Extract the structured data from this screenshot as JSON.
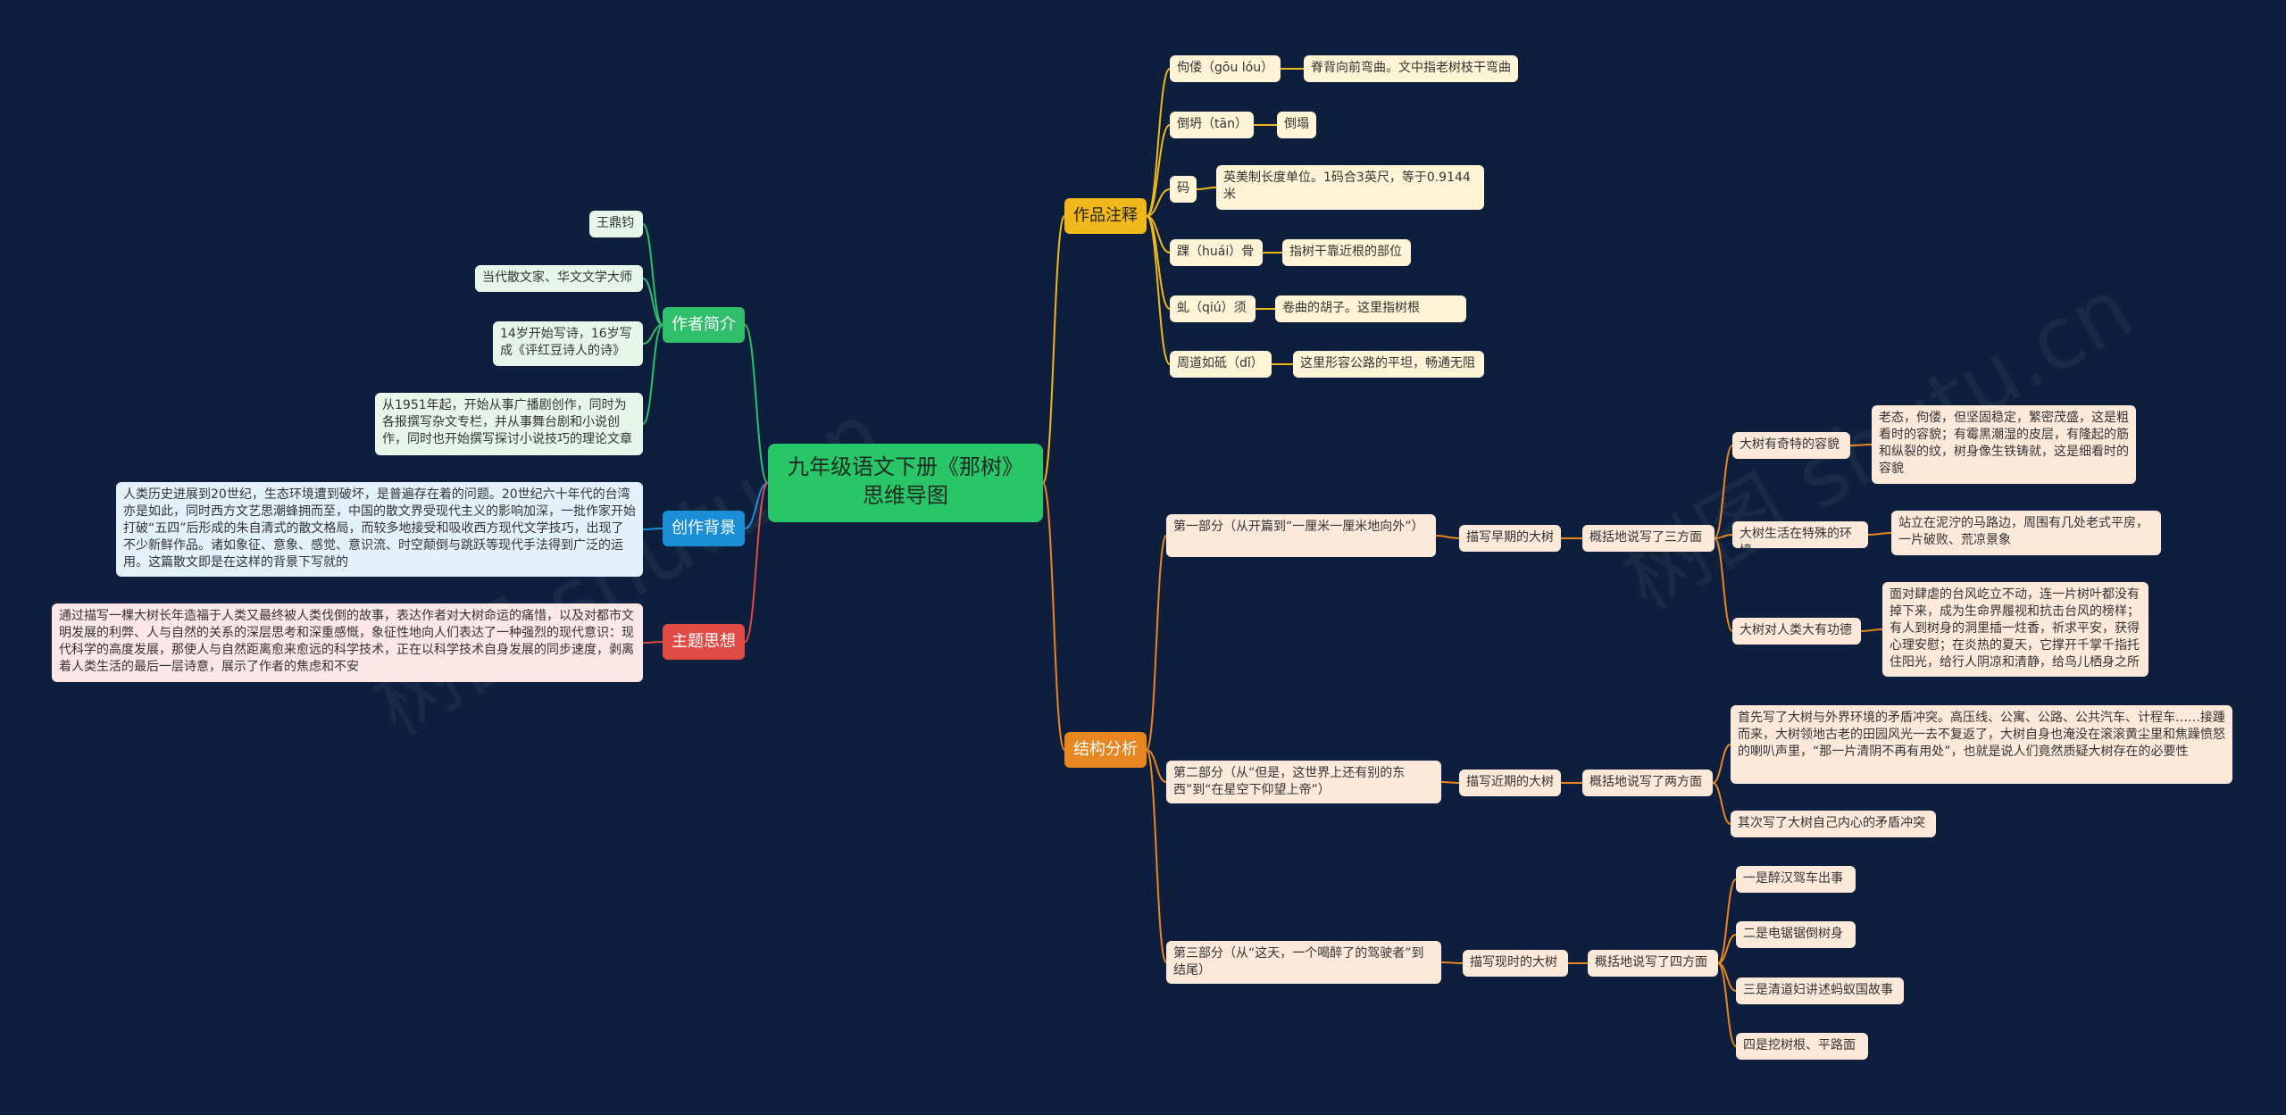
{
  "root": {
    "title": "九年级语文下册《那树》思维导图"
  },
  "watermark": "树图 shutu.cn",
  "colors": {
    "background": "#0d1f3c",
    "root": "#29c569",
    "author": "#2fbf6a",
    "background_branch": "#1a8fd8",
    "theme": "#e14b46",
    "notes": "#f0b81b",
    "structure": "#e8861f"
  },
  "branches": {
    "author": {
      "label": "作者简介",
      "items": [
        "王鼎钧",
        "当代散文家、华文文学大师",
        "14岁开始写诗，16岁写成《评红豆诗人的诗》",
        "从1951年起，开始从事广播剧创作，同时为各报撰写杂文专栏，并从事舞台剧和小说创作，同时也开始撰写探讨小说技巧的理论文章"
      ]
    },
    "background": {
      "label": "创作背景",
      "text": "人类历史进展到20世纪，生态环境遭到破坏，是普遍存在着的问题。20世纪六十年代的台湾亦是如此，同时西方文艺思潮蜂拥而至，中国的散文界受现代主义的影响加深，一批作家开始打破“五四”后形成的朱自清式的散文格局，而较多地接受和吸收西方现代文学技巧，出现了不少新鲜作品。诸如象征、意象、感觉、意识流、时空颠倒与跳跃等现代手法得到广泛的运用。这篇散文即是在这样的背景下写就的"
    },
    "theme": {
      "label": "主题思想",
      "text": "通过描写一棵大树长年造福于人类又最终被人类伐倒的故事，表达作者对大树命运的痛惜，以及对都市文明发展的利弊、人与自然的关系的深层思考和深重感慨，象征性地向人们表达了一种强烈的现代意识：现代科学的高度发展，那使人与自然距离愈来愈远的科学技术，正在以科学技术自身发展的同步速度，剥离着人类生活的最后一层诗意，展示了作者的焦虑和不安"
    },
    "notes": {
      "label": "作品注释",
      "items": [
        {
          "term": "佝偻（gōu lóu）",
          "def": "脊背向前弯曲。文中指老树枝干弯曲"
        },
        {
          "term": "倒坍（tān）",
          "def": "倒塌"
        },
        {
          "term": "码",
          "def": "英美制长度单位。1码合3英尺，等于0.9144米"
        },
        {
          "term": "踝（huái）骨",
          "def": "指树干靠近根的部位"
        },
        {
          "term": "虬（qiú）须",
          "def": "卷曲的胡子。这里指树根"
        },
        {
          "term": "周道如砥（dǐ）",
          "def": "这里形容公路的平坦，畅通无阻"
        }
      ]
    },
    "structure": {
      "label": "结构分析",
      "parts": [
        {
          "title": "第一部分（从开篇到“一厘米一厘米地向外”）",
          "desc": "描写早期的大树",
          "summary": "概括地说写了三方面",
          "points": [
            {
              "label": "大树有奇特的容貌",
              "detail": "老态，佝偻，但坚固稳定，繁密茂盛，这是粗看时的容貌；有霉黑潮湿的皮层，有隆起的筋和纵裂的纹，树身像生铁铸就，这是细看时的容貌"
            },
            {
              "label": "大树生活在特殊的环境",
              "detail": "站立在泥泞的马路边，周围有几处老式平房，一片破败、荒凉景象"
            },
            {
              "label": "大树对人类大有功德",
              "detail": "面对肆虐的台风屹立不动，连一片树叶都没有掉下来，成为生命界履视和抗击台风的榜样；有人到树身的洞里插一炷香，祈求平安，获得心理安慰；在炎热的夏天，它撑开千掌千指托住阳光，给行人阴凉和清静，给鸟儿栖身之所"
            }
          ]
        },
        {
          "title": "第二部分（从“但是，这世界上还有别的东西”到“在星空下仰望上帝”）",
          "desc": "描写近期的大树",
          "summary": "概括地说写了两方面",
          "points": [
            {
              "label": "首先写了大树与外界环境的矛盾冲突。高压线、公寓、公路、公共汽车、计程车……接踵而来，大树领地古老的田园风光一去不复返了，大树自身也淹没在滚滚黄尘里和焦躁愤怒的喇叭声里，“那一片清阴不再有用处”，也就是说人们竟然质疑大树存在的必要性"
            },
            {
              "label": "其次写了大树自己内心的矛盾冲突"
            }
          ]
        },
        {
          "title": "第三部分（从“这天，一个喝醉了的驾驶者”到结尾）",
          "desc": "描写现时的大树",
          "summary": "概括地说写了四方面",
          "points": [
            {
              "label": "一是醉汉驾车出事"
            },
            {
              "label": "二是电锯锯倒树身"
            },
            {
              "label": "三是清道妇讲述蚂蚁国故事"
            },
            {
              "label": "四是挖树根、平路面"
            }
          ]
        }
      ]
    }
  }
}
